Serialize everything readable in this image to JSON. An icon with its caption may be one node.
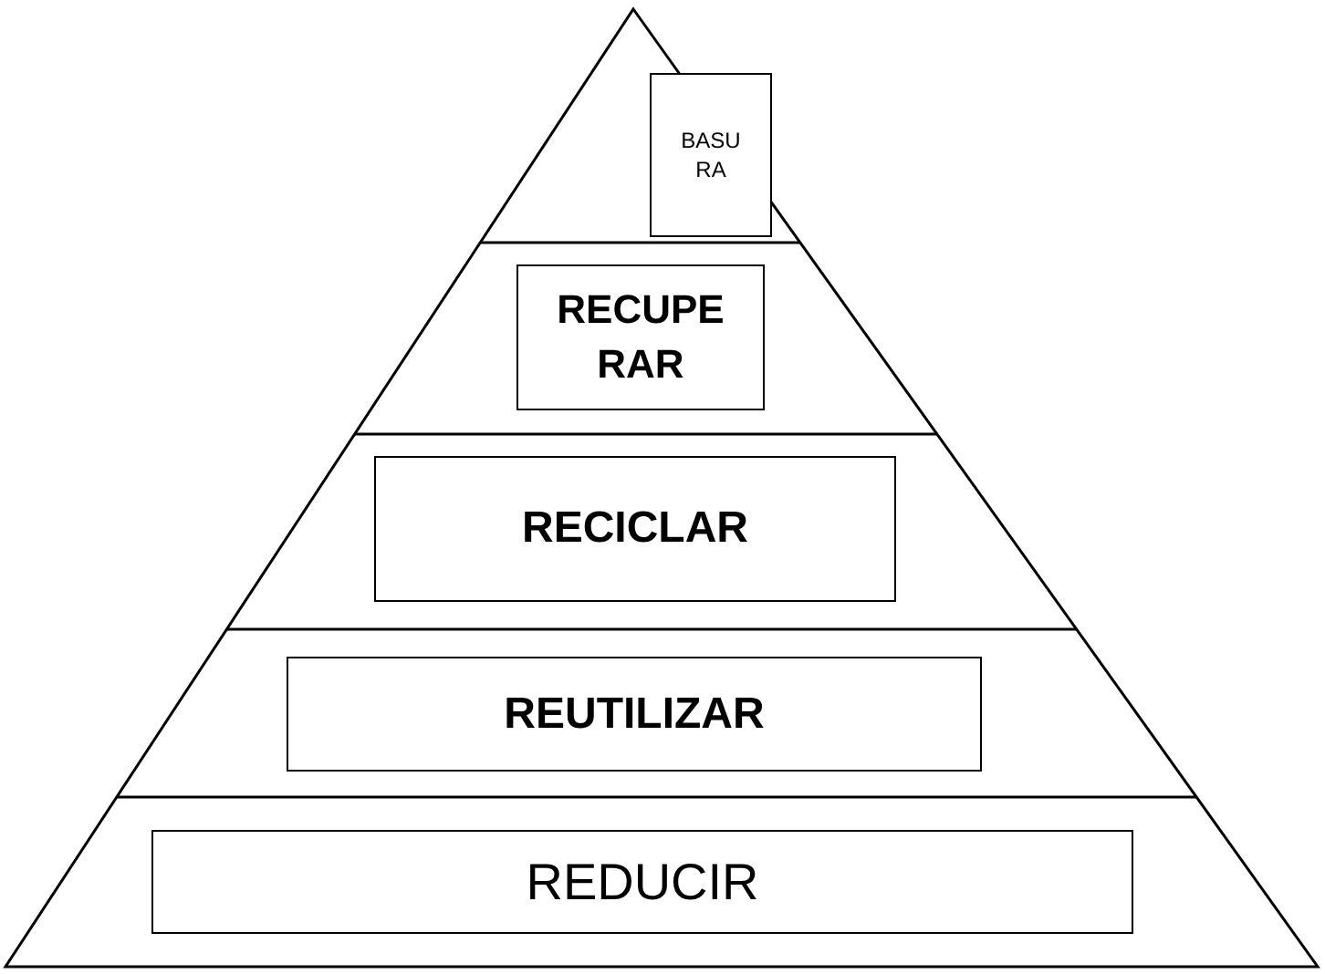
{
  "diagram": {
    "nodes": [
      {
        "text": [
          "BASU RA"
        ]
      },
      {
        "text": [
          "RECUPE RAR"
        ]
      },
      {
        "text": [
          "RECICLAR"
        ]
      },
      {
        "text": [
          "REUTILIZAR"
        ]
      },
      {
        "text": [
          "REDUCIR"
        ]
      }
    ]
  }
}
